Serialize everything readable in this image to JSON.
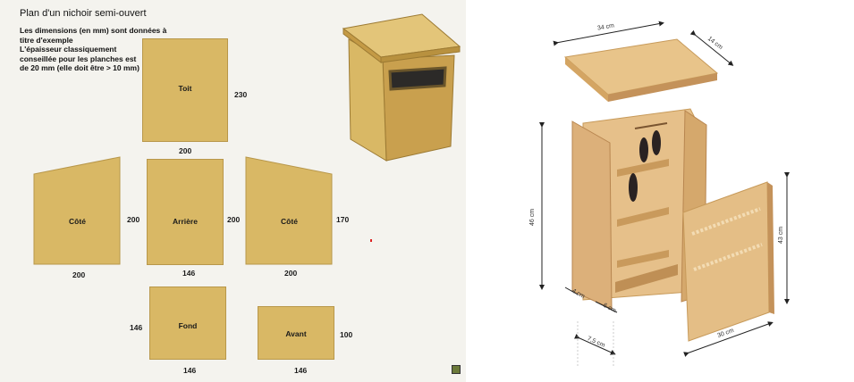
{
  "plan": {
    "title": "Plan d'un nichoir semi-ouvert",
    "notes": [
      "Les dimensions (en mm) sont données à",
      "titre d'exemple",
      "L'épaisseur classiquement",
      "conseillée pour les planches est",
      "de 20 mm (elle doit être > 10 mm)"
    ],
    "pieces": {
      "toit": {
        "label": "Toit",
        "width": "200",
        "height": "230"
      },
      "cote_left": {
        "label": "Côté",
        "width": "200",
        "height": "200"
      },
      "arriere": {
        "label": "Arrière",
        "width": "146",
        "height": "200"
      },
      "cote_right": {
        "label": "Côté",
        "width": "200",
        "height": "170"
      },
      "fond": {
        "label": "Fond",
        "width": "146",
        "height": "146"
      },
      "avant": {
        "label": "Avant",
        "width": "146",
        "height": "100"
      }
    }
  },
  "exploded": {
    "top_width": "34 cm",
    "top_depth": "14 cm",
    "height_left": "46 cm",
    "front_height": "43 cm",
    "front_width": "30 cm",
    "gap_4": "4 cm",
    "gap_6": "6 cm",
    "bottom_depth": "7,5 cm"
  },
  "colors": {
    "plank": "#d9b865",
    "plank_border": "#b8974a",
    "wood_light": "#e8c48a",
    "wood_mid": "#d7a96a",
    "wood_dark": "#b88650"
  }
}
